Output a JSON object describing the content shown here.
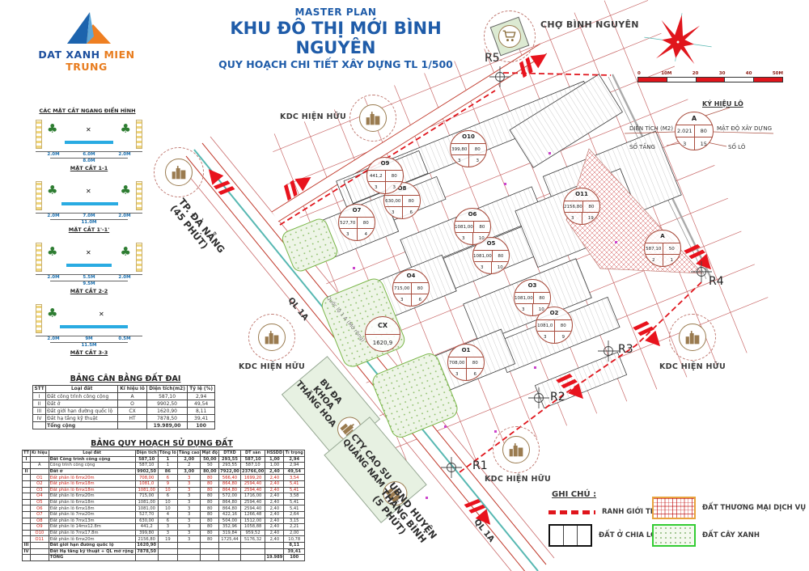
{
  "header": {
    "brand_part1": "DAT XANH",
    "brand_part2": "MIEN TRUNG",
    "title1": "MASTER PLAN",
    "title2": "KHU ĐÔ THỊ MỚI BÌNH NGUYÊN",
    "title3": "QUY HOẠCH CHI TIẾT XÂY DỰNG TL 1/500"
  },
  "colors": {
    "accent_blue": "#1f5ca9",
    "accent_orange": "#e87c1e",
    "road_red": "#c0392b",
    "arrow_red": "#e8131d",
    "park_green": "#6ab04c",
    "teal": "#57b8b2"
  },
  "scale": {
    "ticks": [
      "0",
      "10M",
      "20",
      "30",
      "40",
      "50M"
    ]
  },
  "symbol_key": {
    "title": "KÝ HIỆU LÔ",
    "area_label": "DIỆN TÍCH (M2)",
    "density_label": "MẬT ĐỘ XÂY DỰNG",
    "floors_label": "SỐ TẦNG",
    "lots_label": "SỐ LÔ",
    "example": {
      "code": "A",
      "area": "2.021",
      "density": "80",
      "floors": "3",
      "lots": "15"
    }
  },
  "cross_sections": {
    "heading": "CÁC MẶT CẮT NGANG ĐIỂN HÌNH",
    "items": [
      {
        "name": "MẶT CẮT 1-1",
        "d1": "2.0M",
        "d2": "6.0M",
        "d3": "2.0M",
        "total": "8.0M"
      },
      {
        "name": "MẶT CẮT 1'-1'",
        "d1": "2.0M",
        "d2": "7.0M",
        "d3": "2.0M",
        "total": "11.0M"
      },
      {
        "name": "MẶT CẮT 2-2",
        "d1": "2.0M",
        "d2": "5.5M",
        "d3": "2.0M",
        "total": "9.5M"
      },
      {
        "name": "MẶT CẮT 3-3",
        "d1": "2.0M",
        "d2": "9M",
        "d3": "0.5M",
        "total": "11.5M"
      }
    ]
  },
  "tables": {
    "land_balance": {
      "title": "BẢNG CÂN BẰNG ĐẤT ĐAI",
      "headers": [
        "STT",
        "Loại đất",
        "Kí hiệu lô",
        "Diện tích(m2)",
        "Tỷ lệ (%)"
      ],
      "rows": [
        {
          "c": [
            "I",
            "Đất công trình công cộng",
            "A",
            "587,10",
            "2,94"
          ]
        },
        {
          "c": [
            "II",
            "Đất ở",
            "O",
            "9902,50",
            "49,54"
          ]
        },
        {
          "c": [
            "III",
            "Đất giới hạn đường quốc lộ",
            "CX",
            "1620,90",
            "8,11"
          ]
        },
        {
          "c": [
            "IV",
            "Đất hạ tầng kỹ thuật",
            "HT",
            "7878,50",
            "39,41"
          ]
        },
        {
          "c": [
            "",
            "Tổng cộng",
            "",
            "19.989,00",
            "100"
          ],
          "cls": "sec"
        }
      ]
    },
    "land_use": {
      "title": "BẢNG QUY HOẠCH SỬ DỤNG ĐẤT",
      "headers": [
        "TT",
        "Kí hiệu",
        "Loại đất",
        "Diện tích",
        "Tổng lô",
        "Tầng cao",
        "Mật độ",
        "DTXD",
        "DT sàn",
        "HSSDD",
        "Tỉ trọng"
      ],
      "rows": [
        {
          "c": [
            "I",
            "",
            "Đất Công trình công cộng",
            "587,10",
            "1",
            "2,00",
            "50,00",
            "293,55",
            "587,10",
            "1,00",
            "2,94"
          ],
          "cls": "sec"
        },
        {
          "c": [
            "",
            "A",
            "Công trình công cộng",
            "587,10",
            "1",
            "2",
            "50",
            "293,55",
            "587,10",
            "1,00",
            "2,94"
          ]
        },
        {
          "c": [
            "II",
            "",
            "Đất ở",
            "9902,50",
            "86",
            "3,00",
            "80,00",
            "7922,00",
            "23766,00",
            "2,40",
            "49,54"
          ],
          "cls": "sec"
        },
        {
          "c": [
            "",
            "O1",
            "Đất phân lô 6mx20m",
            "708,00",
            "6",
            "3",
            "80",
            "566,40",
            "1699,20",
            "2,40",
            "3,54"
          ],
          "cls": "red"
        },
        {
          "c": [
            "",
            "O2",
            "Đất phân lô 6mx18m",
            "1081,0",
            "9",
            "3",
            "80",
            "864,80",
            "2594,40",
            "2,40",
            "5,41"
          ],
          "cls": "red"
        },
        {
          "c": [
            "",
            "O3",
            "Đất phân lô 6mx18m",
            "1081,00",
            "10",
            "3",
            "80",
            "864,80",
            "2594,40",
            "2,40",
            "5,41"
          ],
          "cls": "red"
        },
        {
          "c": [
            "",
            "O4",
            "Đất phân lô 6mx20m",
            "715,00",
            "6",
            "3",
            "80",
            "572,00",
            "1716,00",
            "2,40",
            "3,58"
          ],
          "cls": "coderow"
        },
        {
          "c": [
            "",
            "O5",
            "Đất phân lô 6mx18m",
            "1081,00",
            "10",
            "3",
            "80",
            "864,80",
            "2594,40",
            "2,40",
            "5,41"
          ],
          "cls": "coderow"
        },
        {
          "c": [
            "",
            "O6",
            "Đất phân lô 6mx18m",
            "1081,00",
            "10",
            "3",
            "80",
            "864,80",
            "2594,40",
            "2,40",
            "5,41"
          ],
          "cls": "coderow"
        },
        {
          "c": [
            "",
            "O7",
            "Đất phân lô 7mx20m",
            "527,70",
            "4",
            "3",
            "80",
            "422,16",
            "1266,48",
            "2,40",
            "2,64"
          ],
          "cls": "coderow"
        },
        {
          "c": [
            "",
            "O8",
            "Đất phân lô 7mx13m",
            "630,00",
            "6",
            "3",
            "80",
            "504,00",
            "1512,00",
            "2,40",
            "3,15"
          ],
          "cls": "coderow"
        },
        {
          "c": [
            "",
            "O9",
            "Đất phân lô 14mx12.8m",
            "441,2",
            "3",
            "3",
            "80",
            "352,96",
            "1058,88",
            "2,40",
            "2,21"
          ],
          "cls": "coderow"
        },
        {
          "c": [
            "",
            "O10",
            "Đất phân lô 7mx17.8m",
            "399,80",
            "3",
            "3",
            "80",
            "319,84",
            "959,52",
            "2,40",
            "2,00"
          ],
          "cls": "coderow"
        },
        {
          "c": [
            "",
            "O11",
            "Đất phân lô 6mx20m",
            "2156,80",
            "19",
            "3",
            "80",
            "1725,44",
            "5176,32",
            "2,40",
            "10,78"
          ],
          "cls": "coderow"
        },
        {
          "c": [
            "III",
            "",
            "Đất giới hạn đường quốc lộ",
            "1620,90",
            "",
            "",
            "",
            "",
            "",
            "",
            "8,11"
          ],
          "cls": "sec"
        },
        {
          "c": [
            "IV",
            "",
            "Đất Hạ tầng kỹ thuật + QL mở rộng",
            "7878,50",
            "",
            "",
            "",
            "",
            "",
            "",
            "39,41"
          ],
          "cls": "sec"
        },
        {
          "c": [
            "",
            "",
            "TỔNG",
            "",
            "",
            "",
            "",
            "",
            "",
            "19.989",
            "100"
          ],
          "cls": "sec"
        }
      ]
    }
  },
  "legend": {
    "title": "GHI CHÚ :",
    "items": [
      {
        "label": "RANH GIỚI THIẾT KẾ"
      },
      {
        "label": "ĐẤT Ở  CHIA LÔ"
      },
      {
        "label": "ĐẤT THƯƠNG MẠI DỊCH VỤ"
      },
      {
        "label": "ĐẤT CÂY XANH"
      }
    ]
  },
  "map": {
    "cho_label": "CHỢ BÌNH NGUYÊN",
    "kdc": [
      {
        "label": "KDC HIỆN HỮU"
      },
      {
        "label": "KDC HIỆN HỮU"
      },
      {
        "label": "KDC HIỆN HỮU"
      },
      {
        "label": "KDC HIỆN HỮU"
      }
    ],
    "tp_danang": [
      "TP. ĐÀ NẴNG",
      "(45 PHÚT)"
    ],
    "ubnd": [
      "UBND HUYỆN",
      "THĂNG BÌNH",
      "(5 PHÚT)"
    ],
    "bv": [
      "BV ĐA KHOA",
      "THĂNG HOA"
    ],
    "cty": [
      "CTY CAO SU",
      "QUẢNG NAM"
    ],
    "ql1a_upper": "QL 1A",
    "ql1a_lower": "QL 1A",
    "quoclo": "Quốc lộ 1 A (Mở rộng)",
    "r_markers": [
      "R1",
      "R2",
      "R3",
      "R4",
      "R5"
    ],
    "cx": {
      "code": "CX",
      "area": "1620,9"
    },
    "lots": [
      {
        "code": "O1",
        "a": "708,00",
        "d": "80",
        "f": "3",
        "n": "6"
      },
      {
        "code": "O2",
        "a": "1081,0",
        "d": "80",
        "f": "3",
        "n": "9"
      },
      {
        "code": "O3",
        "a": "1081,00",
        "d": "80",
        "f": "3",
        "n": "10"
      },
      {
        "code": "O4",
        "a": "715,00",
        "d": "80",
        "f": "3",
        "n": "6"
      },
      {
        "code": "O5",
        "a": "1081,00",
        "d": "80",
        "f": "3",
        "n": "10"
      },
      {
        "code": "O6",
        "a": "1081,00",
        "d": "80",
        "f": "3",
        "n": "10"
      },
      {
        "code": "O7",
        "a": "527,70",
        "d": "80",
        "f": "3",
        "n": "4"
      },
      {
        "code": "O8",
        "a": "630,00",
        "d": "80",
        "f": "3",
        "n": "6"
      },
      {
        "code": "O9",
        "a": "441,2",
        "d": "80",
        "f": "3",
        "n": "3"
      },
      {
        "code": "O10",
        "a": "399,80",
        "d": "80",
        "f": "3",
        "n": "3"
      },
      {
        "code": "O11",
        "a": "2156,80",
        "d": "80",
        "f": "3",
        "n": "19"
      },
      {
        "code": "A",
        "a": "587,10",
        "d": "50",
        "f": "2",
        "n": "1"
      }
    ]
  }
}
